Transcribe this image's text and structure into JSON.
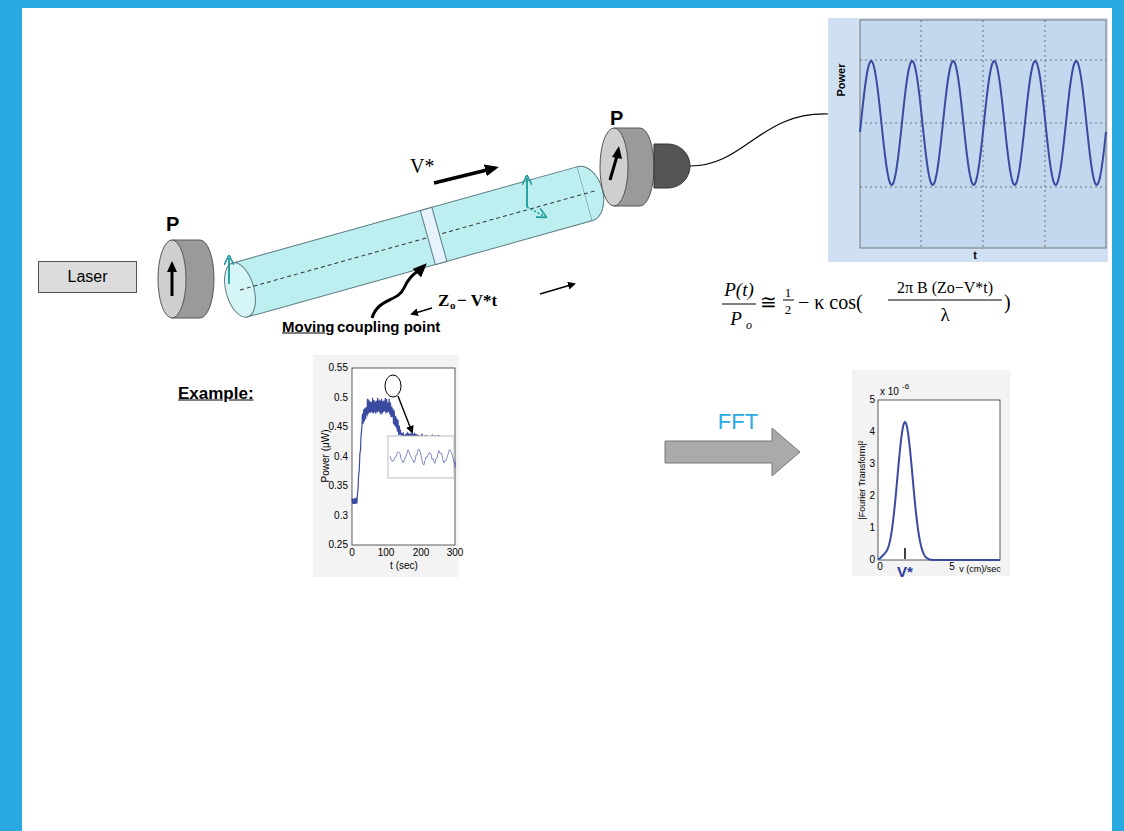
{
  "diagram": {
    "nodes": [
      {
        "text": [
          "Laser"
        ]
      }
    ],
    "labels": [
      "P",
      "P",
      "V*",
      "Z",
      "o",
      "− V*t",
      "Moving",
      "coupling point",
      "Power",
      "t",
      "P(t)",
      "P",
      "o",
      "≅",
      "1",
      "2",
      "− κ cos(",
      "2π B (Zo−V*t)",
      "λ",
      ")",
      "Example:",
      "0.55",
      "0.5",
      "0.45",
      "0.4",
      "0.35",
      "0.3",
      "0.25",
      "Power (μW)",
      "0",
      "100",
      "200",
      "300",
      "t (sec)",
      "FFT",
      "5",
      "4",
      "3",
      "2",
      "1",
      "0",
      "x 10",
      "-6",
      "|Fourier Transform|²",
      "0",
      "V*",
      "5",
      "v (cm)/sec"
    ]
  }
}
